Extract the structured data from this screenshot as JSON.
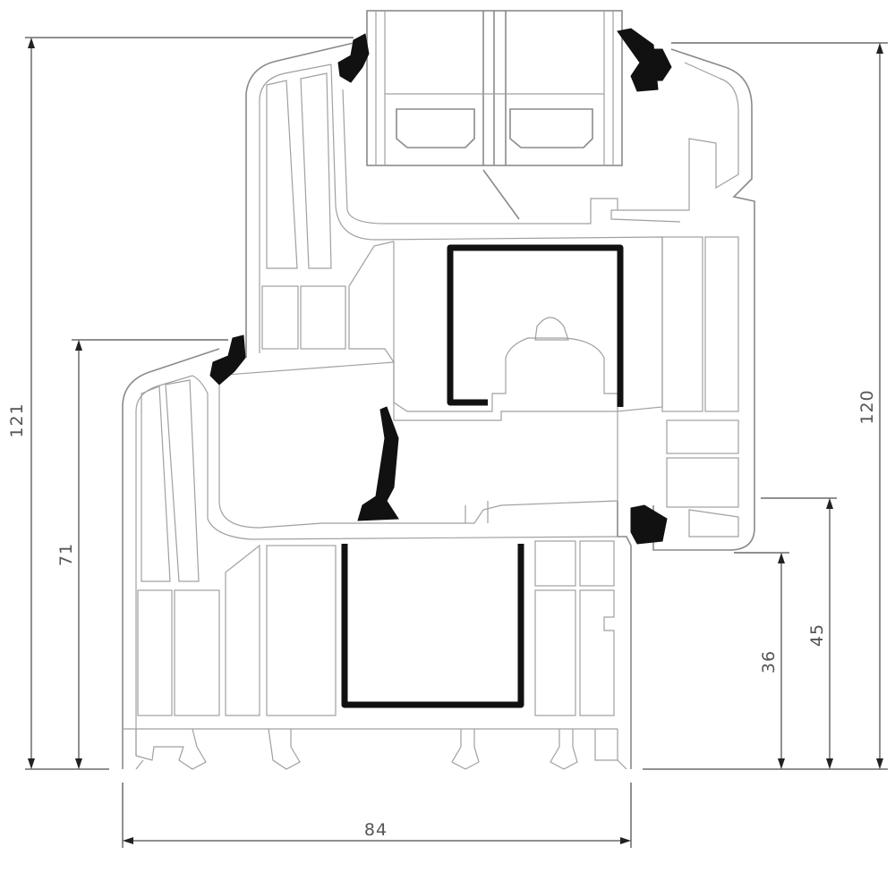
{
  "drawing": {
    "title": "Window profile cross-section",
    "dimensions": {
      "total_height_left": "121",
      "frame_height": "71",
      "frame_width": "84",
      "sash_offset_36": "36",
      "sash_offset_45": "45",
      "total_height_right": "120"
    },
    "colors": {
      "outline": "#8a8a8a",
      "reinforcement": "#111111",
      "dimension": "#222222"
    }
  }
}
